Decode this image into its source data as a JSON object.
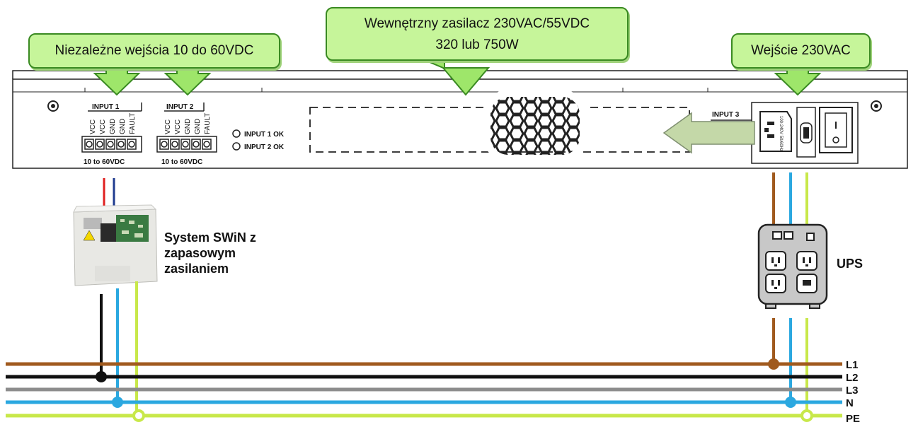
{
  "callouts": {
    "inputs": "Niezależne wejścia 10 do 60VDC",
    "psu_line1": "Wewnętrzny zasilacz 230VAC/55VDC",
    "psu_line2": "320 lub 750W",
    "ac_input": "Wejście 230VAC"
  },
  "device": {
    "input1_header": "INPUT 1",
    "input2_header": "INPUT 2",
    "input3_header": "INPUT 3",
    "pins": [
      "VCC",
      "VCC",
      "GND",
      "GND",
      "FAULT"
    ],
    "input1_range": "10 to 60VDC",
    "input2_range": "10 to 60VDC",
    "led1": "INPUT 1 OK",
    "led2": "INPUT 2 OK"
  },
  "swin": {
    "label_line1": "System SWiN z",
    "label_line2": "zapasowym",
    "label_line3": "zasilaniem"
  },
  "ups": {
    "label": "UPS"
  },
  "bus": {
    "lines": [
      {
        "name": "L1",
        "color": "#a05a1e"
      },
      {
        "name": "L2",
        "color": "#111111"
      },
      {
        "name": "L3",
        "color": "#8c8c8c"
      },
      {
        "name": "N",
        "color": "#2ba8e0"
      },
      {
        "name": "PE",
        "color": "#c8e84a"
      }
    ]
  },
  "colors": {
    "callout_fill": "#c6f59a",
    "callout_border": "#3a8a22"
  }
}
